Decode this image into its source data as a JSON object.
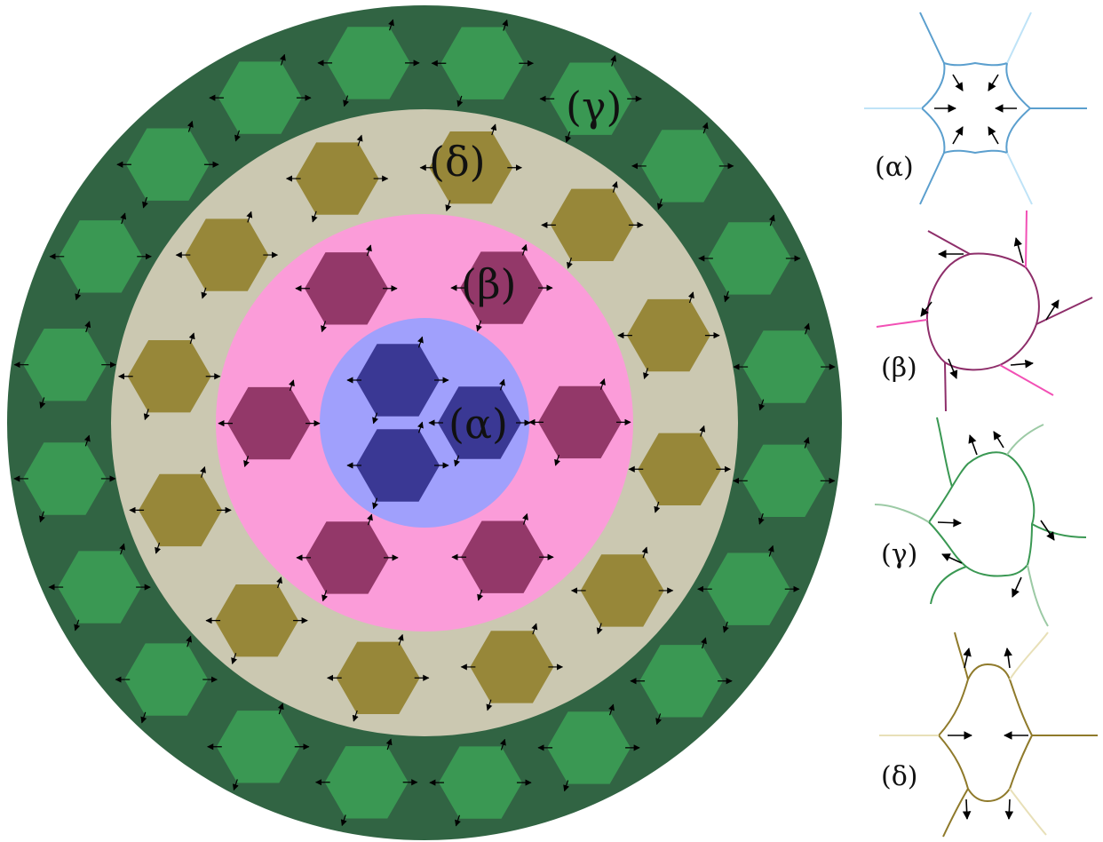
{
  "labels": {
    "alpha": "(α)",
    "beta": "(β)",
    "gamma": "(γ)",
    "delta": "(δ)"
  },
  "colors": {
    "ring_gamma": "#316443",
    "ring_delta": "#cbc8b1",
    "ring_beta": "#fb9cd9",
    "ring_alpha": "#a0a0fc",
    "hex_gamma": "#3a9853",
    "hex_delta": "#978739",
    "hex_beta": "#933869",
    "hex_alpha": "#3a3894",
    "edge_alpha": "#5b9fce",
    "edge_alpha_light": "#bfe3f7",
    "edge_beta": "#8e2e6a",
    "edge_beta_light": "#f250b5",
    "edge_gamma": "#3a9853",
    "edge_gamma_light": "#9ccaa5",
    "edge_delta": "#8f7a2b",
    "edge_delta_light": "#e8e0b8",
    "arrow": "#000000"
  }
}
